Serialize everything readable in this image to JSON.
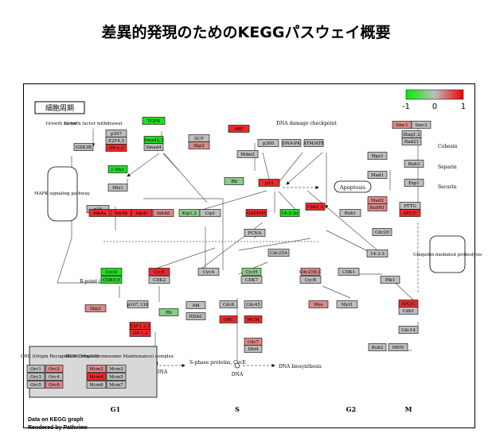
{
  "page_title": "差異的発現のためのKEGGパスウェイ概要",
  "pathway_label": "細胞周期",
  "legend": {
    "ticks": [
      "-1",
      "0",
      "1"
    ],
    "low_color": "#00ee00",
    "mid_color": "#bebebe",
    "high_color": "#ee0000"
  },
  "colors": {
    "up": "#ee2a2a",
    "up_light": "#dd8a8a",
    "down": "#22dd22",
    "down_light": "#88cc88",
    "none": "#bebebe"
  },
  "annotations": {
    "growth_withdrawal": "Growth factor withdrawal",
    "growth_factor": "Growth factor",
    "dna_damage": "DNA damage checkpoint",
    "mapk": "MAPK signaling pathway",
    "apoptosis": "Apoptosis",
    "cohesin": "Cohesin",
    "separin": "Separin",
    "securin": "Securin",
    "ubiquitin": "Ubiquitin mediated proteolysis",
    "rpoint": "R-point (START)",
    "sphase": "S-phase proteins, CycE",
    "dna_bio": "DNA biosynthesis",
    "dna1": "DNA",
    "dna2": "DNA",
    "orc_title": "ORC (Origin Recognition Complex)",
    "mcm_title": "MCM (Mini-Chromosome Maintenance) complex"
  },
  "phases": [
    "G1",
    "S",
    "G2",
    "M"
  ],
  "genes": [
    {
      "id": "TGFB",
      "color": "down"
    },
    {
      "id": "p107",
      "color": "none"
    },
    {
      "id": "E2F4,5",
      "color": "none"
    },
    {
      "id": "DP-1,2",
      "color": "up"
    },
    {
      "id": "GSK3B",
      "color": "none"
    },
    {
      "id": "Smad2,3",
      "color": "down"
    },
    {
      "id": "Smad4",
      "color": "none"
    },
    {
      "id": "c-Myc",
      "color": "down"
    },
    {
      "id": "Miz1",
      "color": "none"
    },
    {
      "id": "p16",
      "color": "none"
    },
    {
      "id": "Ink4a",
      "color": "up"
    },
    {
      "id": "Ink4b",
      "color": "up"
    },
    {
      "id": "Ink4c",
      "color": "up"
    },
    {
      "id": "Ink4d",
      "color": "up_light"
    },
    {
      "id": "SCF",
      "color": "none"
    },
    {
      "id": "Skp2",
      "color": "up_light"
    },
    {
      "id": "Kip1,2",
      "color": "down_light"
    },
    {
      "id": "Cip1",
      "color": "none"
    },
    {
      "id": "ARF",
      "color": "up"
    },
    {
      "id": "Mdm2",
      "color": "none"
    },
    {
      "id": "p300",
      "color": "none"
    },
    {
      "id": "DNA-PK",
      "color": "none"
    },
    {
      "id": "ATM/ATR",
      "color": "none"
    },
    {
      "id": "Rb",
      "color": "down_light"
    },
    {
      "id": "p53",
      "color": "up"
    },
    {
      "id": "Chk1,2",
      "color": "up"
    },
    {
      "id": "GADD45",
      "color": "up"
    },
    {
      "id": "14-3-3σ",
      "color": "down"
    },
    {
      "id": "PCNA",
      "color": "none"
    },
    {
      "id": "Cdc25A",
      "color": "none"
    },
    {
      "id": "CycD",
      "color": "down"
    },
    {
      "id": "CDK4,6",
      "color": "down"
    },
    {
      "id": "CycE",
      "color": "up"
    },
    {
      "id": "CDK2",
      "color": "none"
    },
    {
      "id": "CycA",
      "color": "none"
    },
    {
      "id": "CycH",
      "color": "down_light"
    },
    {
      "id": "CDK7",
      "color": "none"
    },
    {
      "id": "Abl",
      "color": "none"
    },
    {
      "id": "HDAC",
      "color": "none"
    },
    {
      "id": "Skp2",
      "color": "up_light"
    },
    {
      "id": "p107,130",
      "color": "none"
    },
    {
      "id": "E2F1,2,3",
      "color": "up"
    },
    {
      "id": "DP-1,2",
      "color": "up"
    },
    {
      "id": "Cdc6",
      "color": "none"
    },
    {
      "id": "Cdc45",
      "color": "none"
    },
    {
      "id": "ORC",
      "color": "up"
    },
    {
      "id": "MCM",
      "color": "up"
    },
    {
      "id": "Cdc7",
      "color": "up_light"
    },
    {
      "id": "Dbf4",
      "color": "none"
    },
    {
      "id": "Smc1",
      "color": "up_light"
    },
    {
      "id": "Smc3",
      "color": "none"
    },
    {
      "id": "Stag1,2",
      "color": "none"
    },
    {
      "id": "Rad21",
      "color": "none"
    },
    {
      "id": "Mps1",
      "color": "none"
    },
    {
      "id": "Mad1",
      "color": "none"
    },
    {
      "id": "Mad2",
      "color": "up_light"
    },
    {
      "id": "BubR1",
      "color": "up_light"
    },
    {
      "id": "Bub1",
      "color": "none"
    },
    {
      "id": "Bub3",
      "color": "none"
    },
    {
      "id": "Esp1",
      "color": "none"
    },
    {
      "id": "PTTG",
      "color": "none"
    },
    {
      "id": "APC/C",
      "color": "up"
    },
    {
      "id": "Cdc20",
      "color": "none"
    },
    {
      "id": "14-3-3",
      "color": "none"
    },
    {
      "id": "Cdc25B,C",
      "color": "up_light"
    },
    {
      "id": "CycB",
      "color": "none"
    },
    {
      "id": "CDK1",
      "color": "none"
    },
    {
      "id": "Plk1",
      "color": "none"
    },
    {
      "id": "Wee",
      "color": "up_light"
    },
    {
      "id": "Myt1",
      "color": "none"
    },
    {
      "id": "APC/C",
      "color": "up"
    },
    {
      "id": "Cdh1",
      "color": "none"
    },
    {
      "id": "Cdc14",
      "color": "none"
    },
    {
      "id": "Bub2",
      "color": "none"
    },
    {
      "id": "MEN",
      "color": "none"
    },
    {
      "id": "Rb",
      "color": "down_light"
    },
    {
      "id": "Orc1",
      "color": "none"
    },
    {
      "id": "Orc2",
      "color": "up_light"
    },
    {
      "id": "Orc3",
      "color": "none"
    },
    {
      "id": "Orc4",
      "color": "none"
    },
    {
      "id": "Orc5",
      "color": "none"
    },
    {
      "id": "Orc6",
      "color": "up_light"
    },
    {
      "id": "Mcm2",
      "color": "up_light"
    },
    {
      "id": "Mcm3",
      "color": "none"
    },
    {
      "id": "Mcm4",
      "color": "up"
    },
    {
      "id": "Mcm5",
      "color": "none"
    },
    {
      "id": "Mcm6",
      "color": "none"
    },
    {
      "id": "Mcm7",
      "color": "none"
    }
  ],
  "footer": {
    "line1": "Data on KEGG graph",
    "line2": "Rendered by Pathview"
  }
}
